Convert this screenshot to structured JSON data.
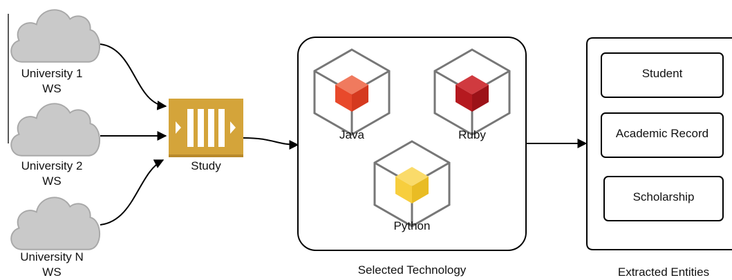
{
  "sources": [
    {
      "line1": "University 1",
      "line2": "WS"
    },
    {
      "line1": "University 2",
      "line2": "WS"
    },
    {
      "line1": "University N",
      "line2": "WS"
    }
  ],
  "study": {
    "label": "Study",
    "color": "#D4A43A"
  },
  "technology": {
    "caption": "Selected Technology",
    "items": [
      {
        "label": "Java",
        "color": "#E8492B"
      },
      {
        "label": "Ruby",
        "color": "#B5191F"
      },
      {
        "label": "Python",
        "color": "#F7CE3E"
      }
    ]
  },
  "entities": {
    "caption": "Extracted Entities",
    "items": [
      "Student",
      "Academic Record",
      "Scholarship"
    ]
  }
}
